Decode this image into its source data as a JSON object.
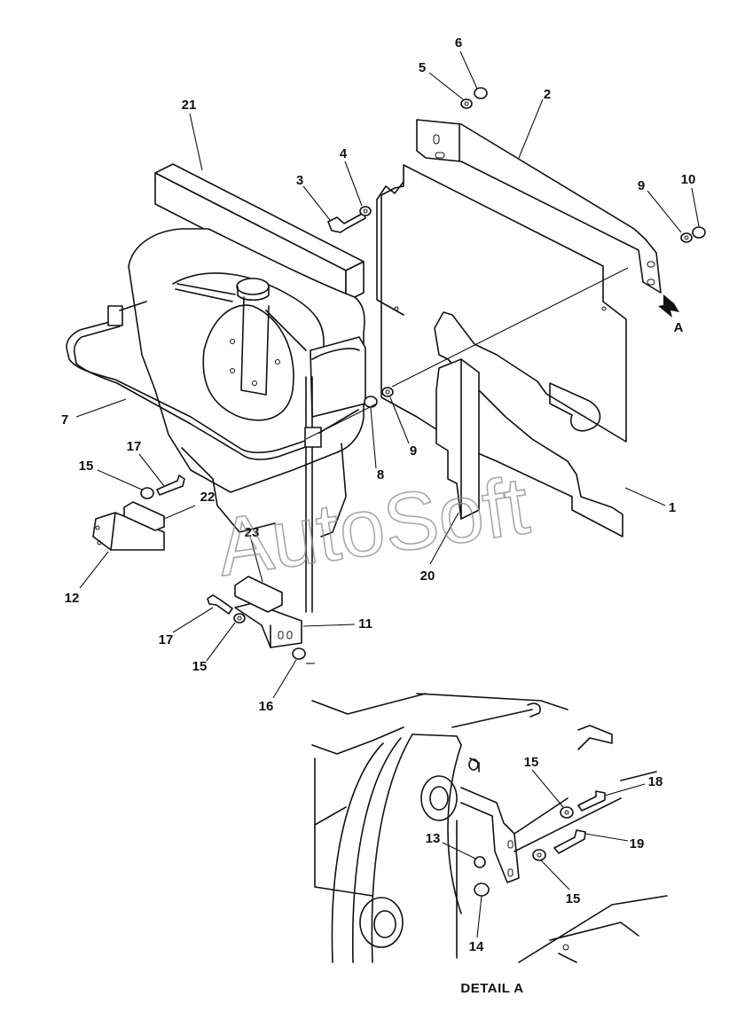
{
  "callouts": {
    "c1": "1",
    "c2": "2",
    "c3": "3",
    "c4": "4",
    "c5": "5",
    "c6": "6",
    "c7": "7",
    "c8": "8",
    "c9a": "9",
    "c9b": "9",
    "c10": "10",
    "c11": "11",
    "c12": "12",
    "c13": "13",
    "c14": "14",
    "c15a": "15",
    "c15b": "15",
    "c15c": "15",
    "c15d": "15",
    "c16": "16",
    "c17a": "17",
    "c17b": "17",
    "c18": "18",
    "c19": "19",
    "c20": "20",
    "c21": "21",
    "c22": "22",
    "c23": "23"
  },
  "view_arrow_label": "A",
  "detail_caption": "DETAIL A",
  "watermark": "AutoSoft"
}
